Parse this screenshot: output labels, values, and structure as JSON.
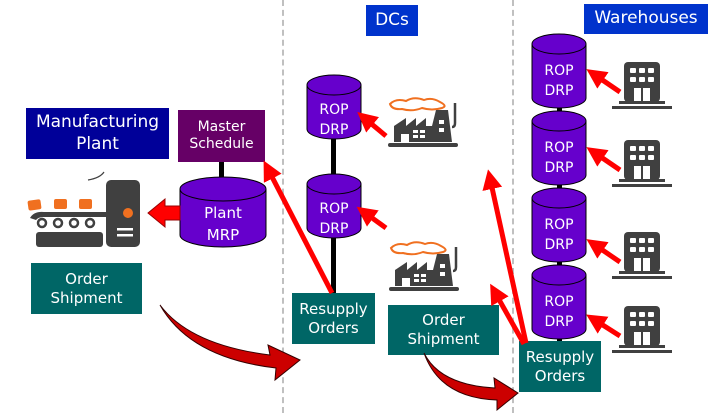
{
  "headers": {
    "dcs": "DCs",
    "warehouses": "Warehouses",
    "plant": "Manufacturing Plant"
  },
  "plant": {
    "master_schedule": "Master Schedule",
    "mrp": [
      "Plant",
      "MRP"
    ],
    "order_shipment": "Order Shipment",
    "icon": "conveyor-machine-icon"
  },
  "dcs": {
    "nodes": [
      {
        "line1": "ROP",
        "line2": "DRP"
      },
      {
        "line1": "ROP",
        "line2": "DRP"
      }
    ],
    "resupply_orders": "Resupply Orders",
    "order_shipment": "Order Shipment",
    "icon": "factory-icon"
  },
  "warehouses": {
    "nodes": [
      {
        "line1": "ROP",
        "line2": "DRP"
      },
      {
        "line1": "ROP",
        "line2": "DRP"
      },
      {
        "line1": "ROP",
        "line2": "DRP"
      },
      {
        "line1": "ROP",
        "line2": "DRP"
      }
    ],
    "resupply_orders": "Resupply Orders",
    "icon": "building-icon"
  },
  "colors": {
    "header_blue": "#0033cc",
    "plant_navy": "#000099",
    "master_purple": "#660066",
    "cylinder_violet": "#6600cc",
    "teal": "#006666",
    "arrow_red": "#ff0000",
    "curved_arrow_darkred": "#b30000",
    "icon_gray": "#404040",
    "icon_orange": "#f07020"
  }
}
